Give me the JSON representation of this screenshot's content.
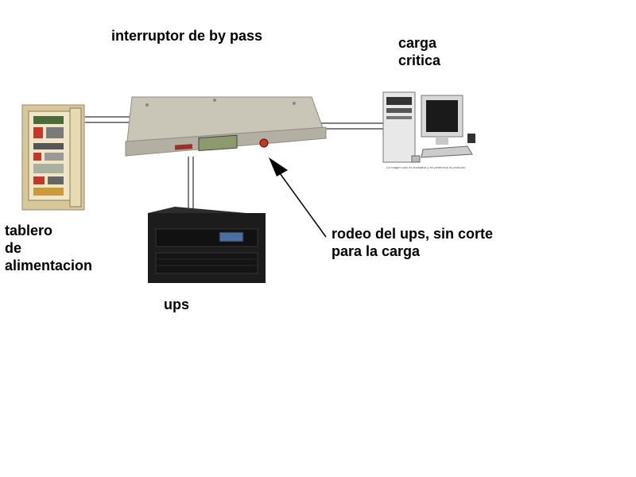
{
  "labels": {
    "bypass_switch": "interruptor de by pass",
    "critical_load": [
      "carga",
      "critica"
    ],
    "power_panel": [
      "tablero",
      "de",
      "alimentacion"
    ],
    "ups": "ups",
    "bypass_note": [
      "rodeo del ups, sin corte",
      "para la carga"
    ]
  },
  "pc_caption": "La imagen solo es ilustrativa y no pertenece al producto",
  "colors": {
    "background": "#ffffff",
    "text": "#000000",
    "switch_body": "#c9c6b8",
    "ups_body": "#1c1c1c",
    "panel_frame": "#d8c79a"
  },
  "icons": [
    "electrical-panel-icon",
    "bypass-switch-icon",
    "ups-icon",
    "computer-icon"
  ]
}
